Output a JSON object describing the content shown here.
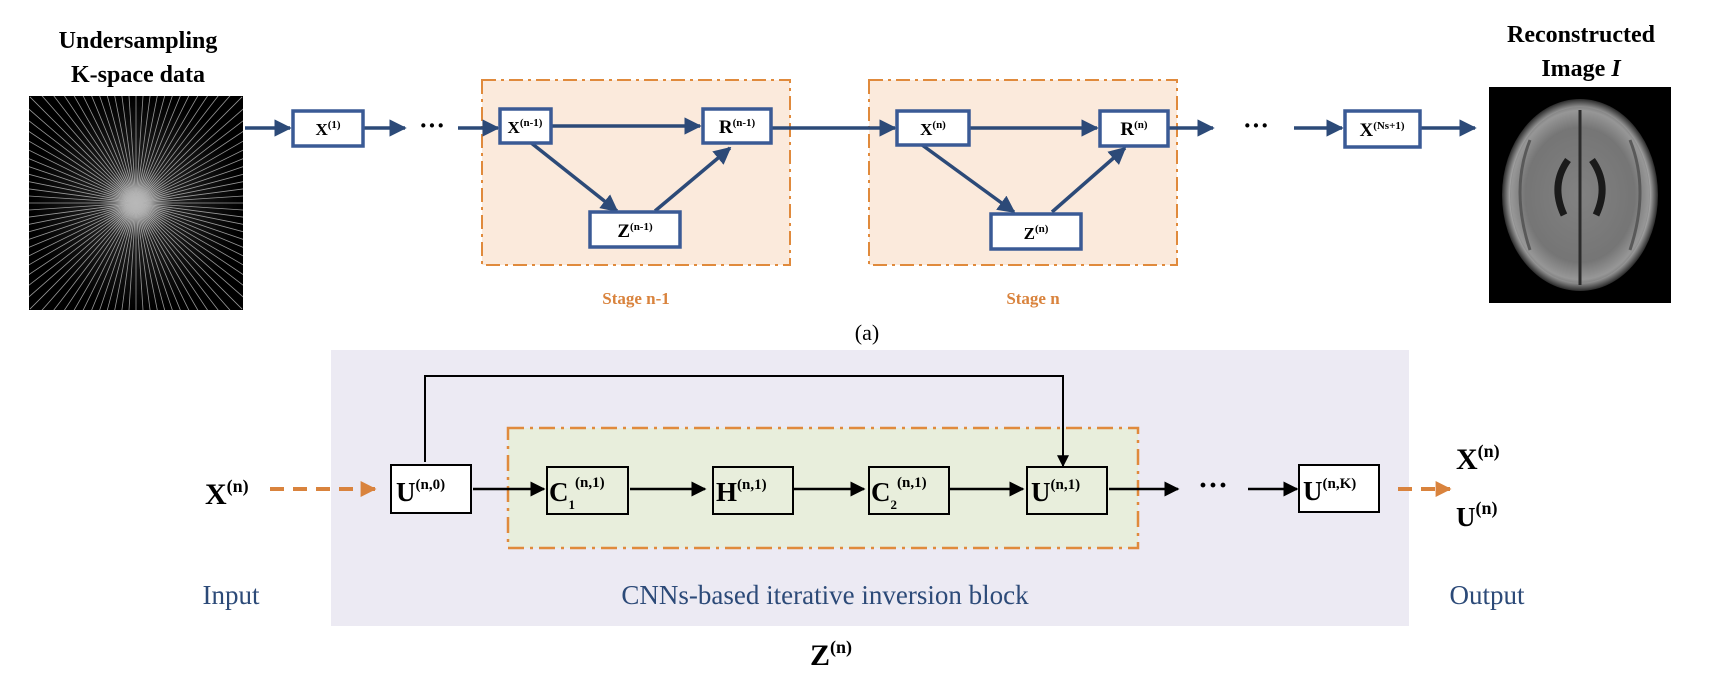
{
  "panel_a": {
    "input_title_line1": "Undersampling",
    "input_title_line2": "K-space data",
    "output_title_line1": "Reconstructed",
    "output_title_line2": "Image I",
    "x1": {
      "base": "X",
      "sup": "(1)"
    },
    "ellipsis": "···",
    "stage_prev": {
      "label": "Stage n-1",
      "x": {
        "base": "X",
        "sup": "(n-1)"
      },
      "r": {
        "base": "R",
        "sup": "(n-1)"
      },
      "z": {
        "base": "Z",
        "sup": "(n-1)"
      }
    },
    "stage_cur": {
      "label": "Stage n",
      "x": {
        "base": "X",
        "sup": "(n)"
      },
      "r": {
        "base": "R",
        "sup": "(n)"
      },
      "z": {
        "base": "Z",
        "sup": "(n)"
      }
    },
    "x_final": {
      "base": "X",
      "sup": "(Ns+1)"
    },
    "caption": "(a)"
  },
  "panel_b": {
    "input_var": {
      "base": "X",
      "sup": "(n)"
    },
    "input_label": "Input",
    "output_var_1": {
      "base": "X",
      "sup": "(n)"
    },
    "output_var_2": {
      "base": "U",
      "sup": "(n)"
    },
    "output_label": "Output",
    "block_label": "CNNs-based iterative inversion block",
    "u0": {
      "base": "U",
      "sup": "(n,0)"
    },
    "c1": {
      "base": "C",
      "sub": "1",
      "sup": "(n,1)"
    },
    "h": {
      "base": "H",
      "sup": "(n,1)"
    },
    "c2": {
      "base": "C",
      "sub": "2",
      "sup": "(n,1)"
    },
    "u1": {
      "base": "U",
      "sup": "(n,1)"
    },
    "ellipsis": "···",
    "uk": {
      "base": "U",
      "sup": "(n,K)"
    },
    "bottom_var": {
      "base": "Z",
      "sup": "(n)"
    }
  },
  "colors": {
    "arrow_blue": "#2c4a78",
    "box_blue": "#3a5a95",
    "stage_fill": "#fbeadc",
    "stage_border": "#e08a3c",
    "block_fill": "#eceaf3",
    "inner_fill": "#e8eedc",
    "orange": "#d9833d"
  }
}
